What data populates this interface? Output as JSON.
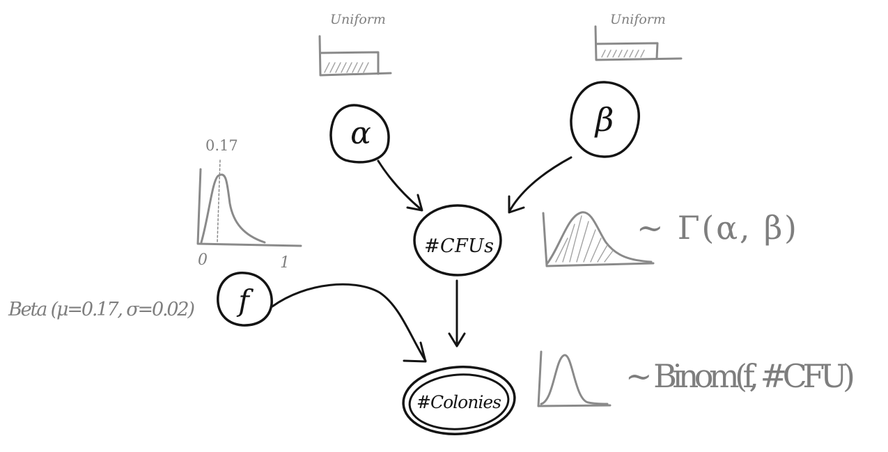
{
  "priors": {
    "alpha_dist": "Uniform",
    "beta_dist": "Uniform",
    "f_peak_label": "0.17",
    "f_axis_min": "0",
    "f_axis_max": "1",
    "f_dist": "Beta (μ=0.17, σ=0.02)"
  },
  "nodes": {
    "alpha": "α",
    "beta": "β",
    "f": "f",
    "cfus": "#CFUs",
    "colonies": "#Colonies"
  },
  "formulas": {
    "cfus_dist": "~ Γ(α, β)",
    "colonies_dist": "~ Binom(f, #CFU)"
  }
}
